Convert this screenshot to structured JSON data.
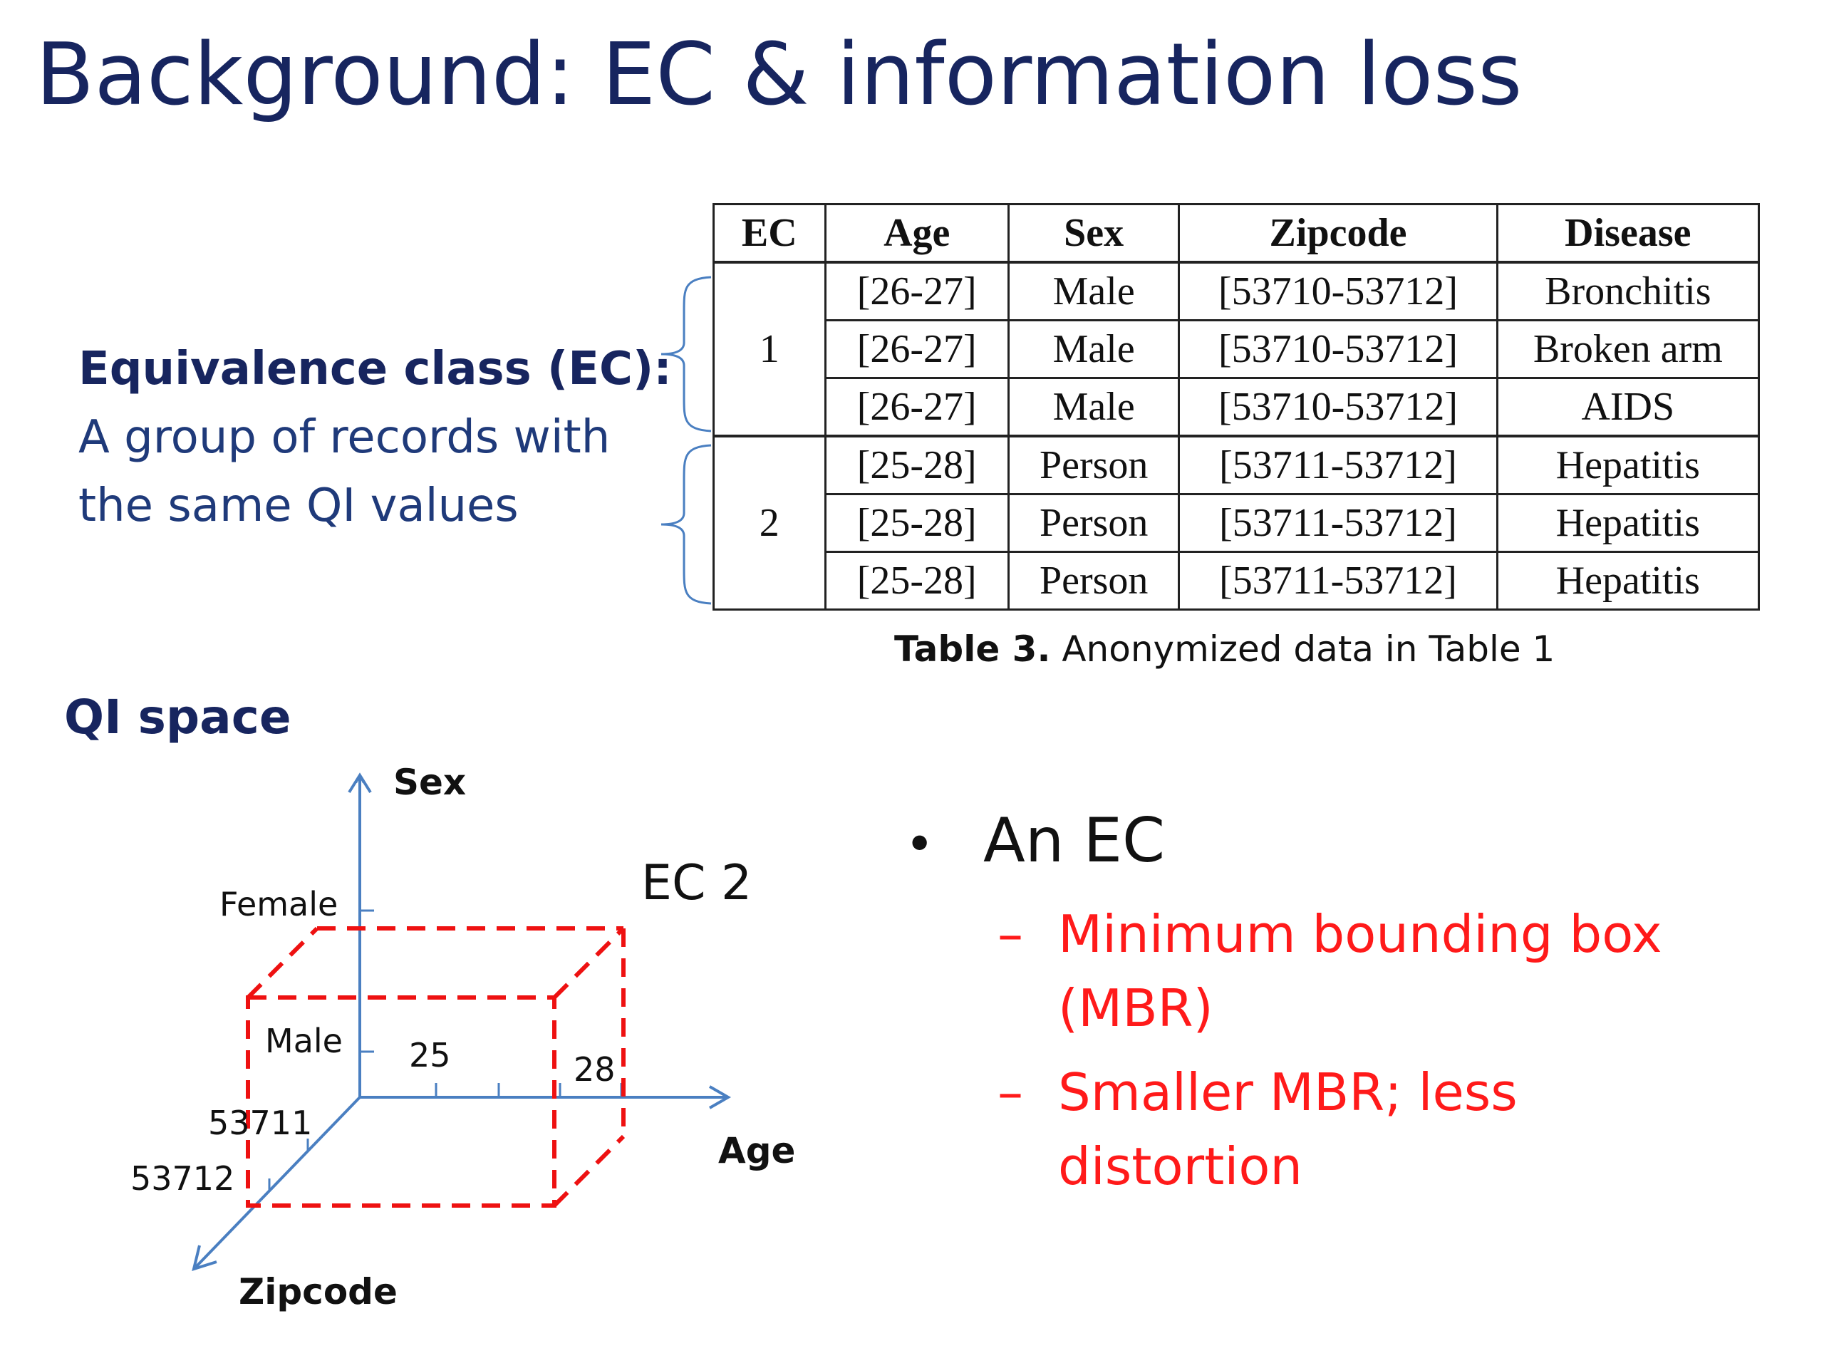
{
  "slide": {
    "title": "Background: EC & information loss"
  },
  "definition": {
    "heading": "Equivalence class (EC):",
    "line1": "A group of records with",
    "line2": "the same QI values"
  },
  "table": {
    "headers": [
      "EC",
      "Age",
      "Sex",
      "Zipcode",
      "Disease"
    ],
    "groups": [
      {
        "ec": "1",
        "rows": [
          [
            "[26-27]",
            "Male",
            "[53710-53712]",
            "Bronchitis"
          ],
          [
            "[26-27]",
            "Male",
            "[53710-53712]",
            "Broken arm"
          ],
          [
            "[26-27]",
            "Male",
            "[53710-53712]",
            "AIDS"
          ]
        ]
      },
      {
        "ec": "2",
        "rows": [
          [
            "[25-28]",
            "Person",
            "[53711-53712]",
            "Hepatitis"
          ],
          [
            "[25-28]",
            "Person",
            "[53711-53712]",
            "Hepatitis"
          ],
          [
            "[25-28]",
            "Person",
            "[53711-53712]",
            "Hepatitis"
          ]
        ]
      }
    ],
    "caption_number": "Table 3.",
    "caption_text": "Anonymized data in Table 1"
  },
  "qi_space": {
    "title": "QI space",
    "axes": {
      "sex": "Sex",
      "age": "Age",
      "zipcode": "Zipcode"
    },
    "tick_labels": {
      "female": "Female",
      "male": "Male",
      "age_25": "25",
      "age_28": "28",
      "zip_53711": "53711",
      "zip_53712": "53712"
    },
    "box_label": "EC 2",
    "colors": {
      "axis": "#4a7fc1",
      "box": "#ee1111"
    }
  },
  "bullets": {
    "main": "An EC",
    "sub1_line1": "Minimum bounding box",
    "sub1_line2": "(MBR)",
    "sub2_line1": "Smaller MBR; less",
    "sub2_line2": "distortion",
    "dash": "–",
    "dot": "•"
  }
}
